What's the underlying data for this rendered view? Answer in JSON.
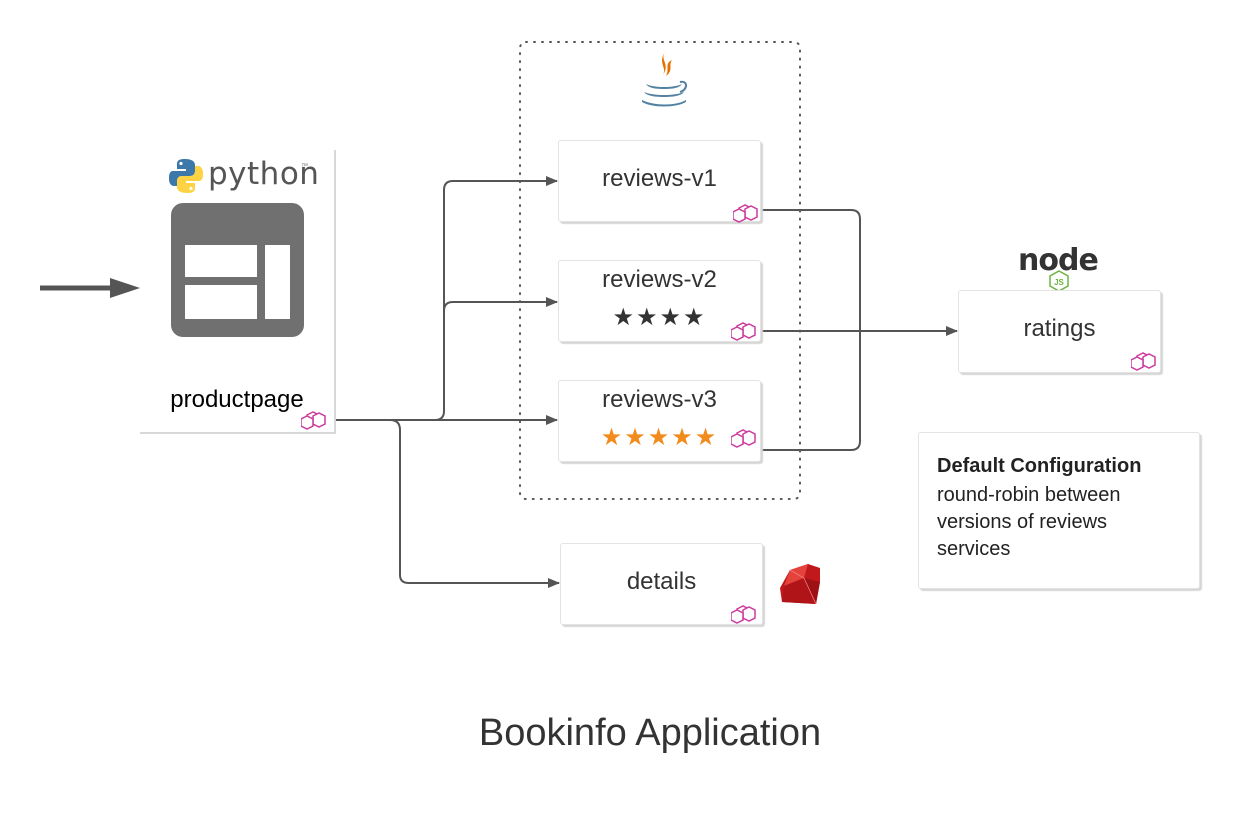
{
  "title": "Bookinfo Application",
  "logos": {
    "python": {
      "word": "python",
      "tm": "™"
    },
    "node": {
      "word": "node",
      "badge": "JS"
    }
  },
  "services": {
    "productpage": {
      "label": "productpage"
    },
    "reviews_v1": {
      "label": "reviews-v1"
    },
    "reviews_v2": {
      "label": "reviews-v2",
      "stars": "★★★★",
      "star_color": "#333333"
    },
    "reviews_v3": {
      "label": "reviews-v3",
      "stars": "★★★★★",
      "star_color": "#f28b1c"
    },
    "ratings": {
      "label": "ratings"
    },
    "details": {
      "label": "details"
    }
  },
  "note": {
    "title": "Default Configuration",
    "body": "round-robin between versions of reviews services"
  },
  "colors": {
    "arrow": "#555555",
    "proxy": "#cc3d9e",
    "star_orange": "#f28b1c",
    "ruby": "#c0181b",
    "node_green": "#6cb440",
    "java_blue": "#5382a1",
    "java_orange": "#e76f00"
  }
}
